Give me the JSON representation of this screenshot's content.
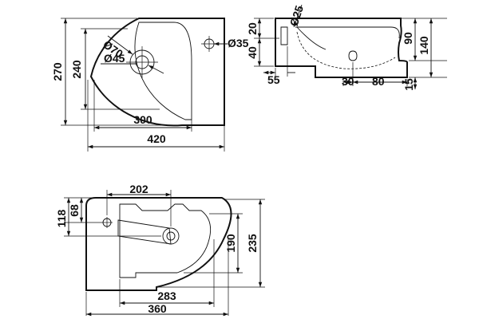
{
  "top_view": {
    "dims": {
      "d70": "Ø70",
      "d45": "Ø45",
      "d35": "Ø35",
      "h270": "270",
      "h240": "240",
      "w300": "300",
      "w420": "420"
    }
  },
  "side_view": {
    "dims": {
      "d25": "Ø25",
      "h20": "20",
      "h40": "40",
      "h90": "90",
      "h140": "140",
      "h15": "15",
      "w55": "55",
      "w30": "30",
      "w80": "80"
    }
  },
  "bottom_view": {
    "dims": {
      "w202": "202",
      "h118": "118",
      "h68": "68",
      "h190": "190",
      "h235": "235",
      "w283": "283",
      "w360": "360"
    }
  },
  "colors": {
    "line": "#111111",
    "background": "#ffffff"
  }
}
